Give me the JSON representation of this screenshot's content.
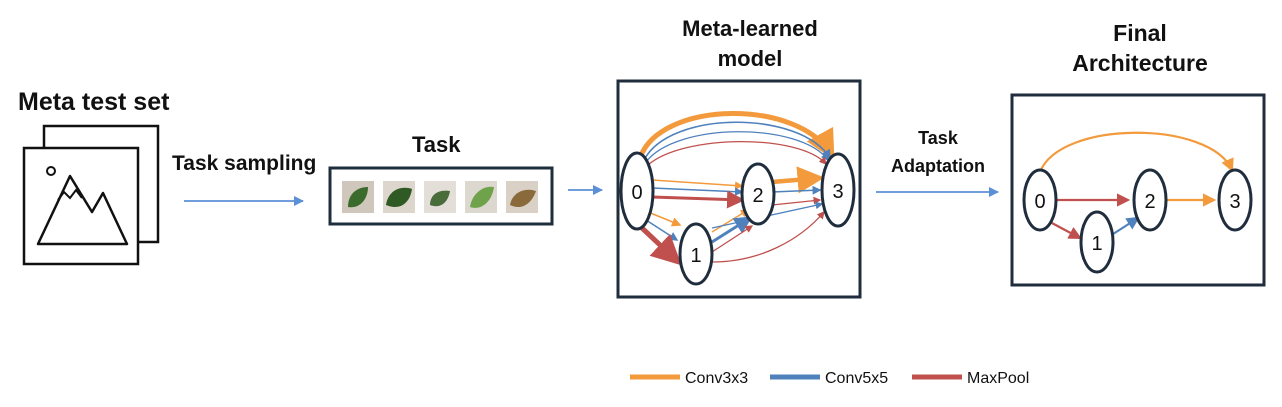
{
  "stages": {
    "meta_test_set": "Meta test set",
    "task_sampling": "Task sampling",
    "task": "Task",
    "meta_learned_model_line1": "Meta-learned",
    "meta_learned_model_line2": "model",
    "task_adaptation_line1": "Task",
    "task_adaptation_line2": "Adaptation",
    "final_architecture_line1": "Final",
    "final_architecture_line2": "Architecture"
  },
  "nodes": [
    "0",
    "1",
    "2",
    "3"
  ],
  "legend": [
    {
      "label": "Conv3x3",
      "color": "#f39a3d"
    },
    {
      "label": "Conv5x5",
      "color": "#4f81bd"
    },
    {
      "label": "MaxPool",
      "color": "#c0504d"
    }
  ],
  "colors": {
    "conv3x3": "#f39a3d",
    "conv5x5": "#4f81bd",
    "maxpool": "#c0504d",
    "flow_arrow": "#5b8fd6",
    "frame": "#1f2d3d"
  },
  "task_images": [
    "leaf-1",
    "leaf-2",
    "leaf-3",
    "leaf-4",
    "leaf-5"
  ]
}
